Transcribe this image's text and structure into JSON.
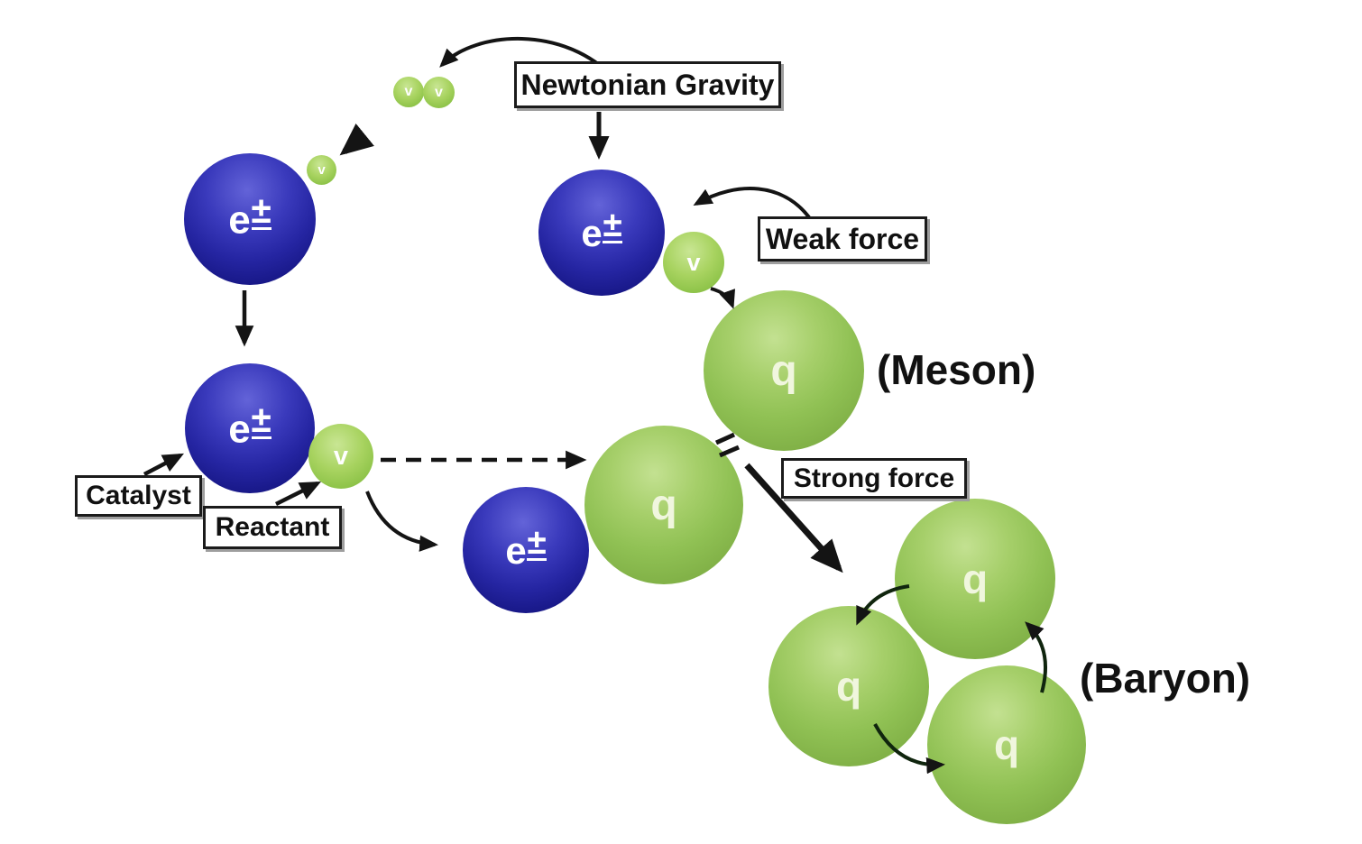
{
  "diagram": {
    "title_boxes": {
      "newtonian_gravity": "Newtonian Gravity",
      "weak_force": "Weak force",
      "strong_force": "Strong force",
      "catalyst": "Catalyst",
      "reactant": "Reactant"
    },
    "annotations": {
      "meson": "(Meson)",
      "baryon": "(Baryon)"
    },
    "particles": {
      "electron_base": "e",
      "electron_sup": "±",
      "neutrino": "v",
      "quark": "q"
    },
    "colors": {
      "background": "#ffffff",
      "electron_blue": "#2f2fb2",
      "quark_green": "#8fc152",
      "neutrino_green": "#9ccb55",
      "arrow_black": "#141414",
      "box_border": "#1b1b1b",
      "box_shadow_gray": "#9e9e9e"
    }
  }
}
